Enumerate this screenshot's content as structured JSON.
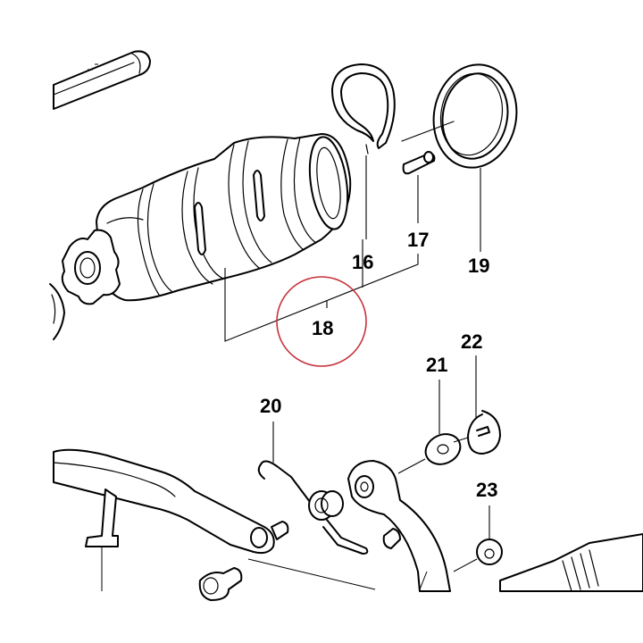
{
  "diagram": {
    "callouts": {
      "c16": "16",
      "c17": "17",
      "c18": "18",
      "c19": "19",
      "c20": "20",
      "c21": "21",
      "c22": "22",
      "c23": "23"
    },
    "highlighted_callout": "18",
    "highlight_color": "#c8323c"
  }
}
